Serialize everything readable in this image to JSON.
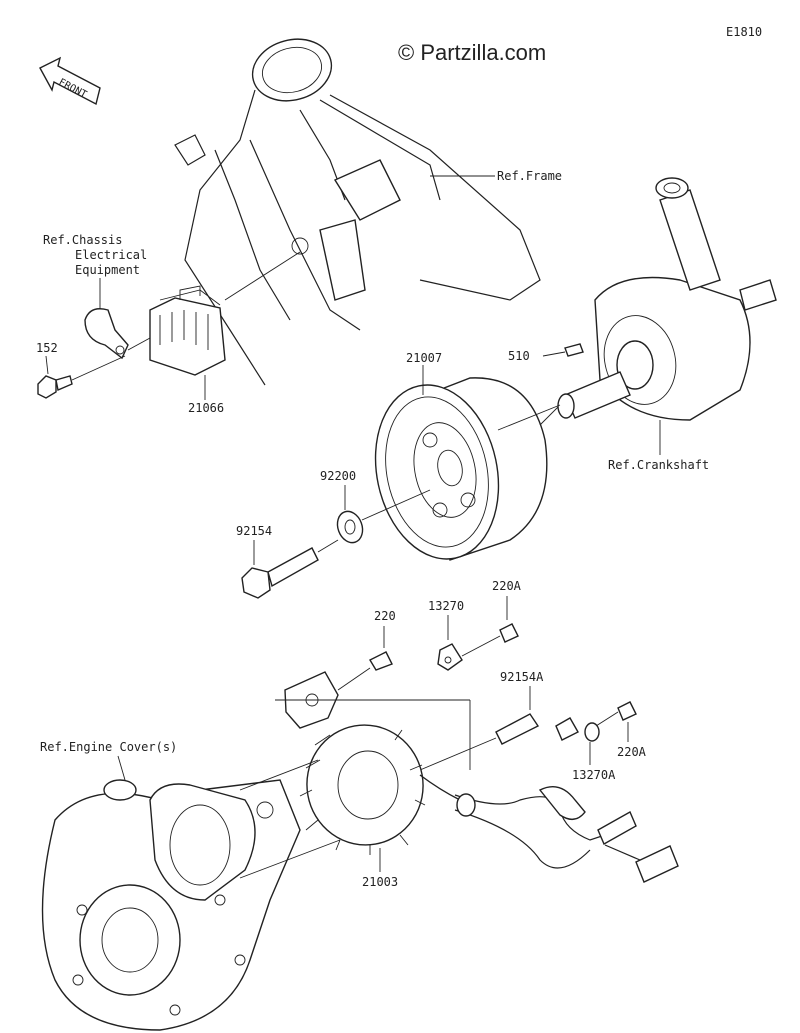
{
  "diagram": {
    "code": "E1810",
    "watermark": "© Partzilla.com",
    "direction_badge": "FRONT",
    "labels": {
      "ref_frame": "Ref.Frame",
      "ref_chassis_1": "Ref.Chassis",
      "ref_chassis_2": "Electrical",
      "ref_chassis_3": "Equipment",
      "p152": "152",
      "p21066": "21066",
      "p21007": "21007",
      "p510": "510",
      "ref_crankshaft": "Ref.Crankshaft",
      "p92200": "92200",
      "p92154": "92154",
      "p220": "220",
      "p13270": "13270",
      "p220A_top": "220A",
      "p92154A": "92154A",
      "p220A_bottom": "220A",
      "p13270A": "13270A",
      "ref_engine_cover": "Ref.Engine Cover(s)",
      "p21003": "21003"
    }
  }
}
